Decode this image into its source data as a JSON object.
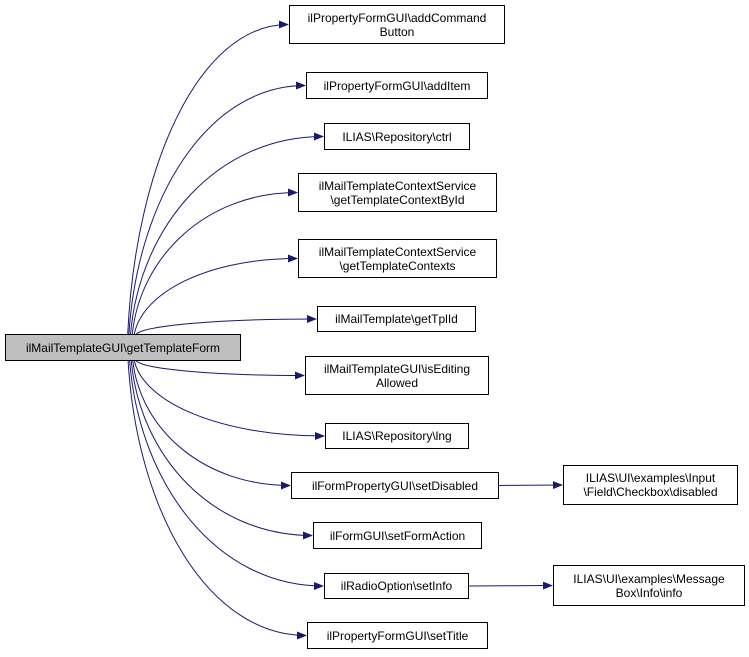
{
  "colors": {
    "edge": "#191970",
    "root_fill": "#bfbfbf",
    "node_fill": "#ffffff",
    "node_border": "#000000"
  },
  "root": {
    "lines": [
      "ilMailTemplateGUI\\getTemplateForm"
    ]
  },
  "nodes": [
    {
      "id": "n1",
      "lines": [
        "ilPropertyFormGUI\\addCommand",
        "Button"
      ]
    },
    {
      "id": "n2",
      "lines": [
        "ilPropertyFormGUI\\addItem"
      ]
    },
    {
      "id": "n3",
      "lines": [
        "ILIAS\\Repository\\ctrl"
      ]
    },
    {
      "id": "n4",
      "lines": [
        "ilMailTemplateContextService",
        "\\getTemplateContextById"
      ]
    },
    {
      "id": "n5",
      "lines": [
        "ilMailTemplateContextService",
        "\\getTemplateContexts"
      ]
    },
    {
      "id": "n6",
      "lines": [
        "ilMailTemplate\\getTplId"
      ]
    },
    {
      "id": "n7",
      "lines": [
        "ilMailTemplateGUI\\isEditing",
        "Allowed"
      ]
    },
    {
      "id": "n8",
      "lines": [
        "ILIAS\\Repository\\lng"
      ]
    },
    {
      "id": "n9",
      "lines": [
        "ilFormPropertyGUI\\setDisabled"
      ]
    },
    {
      "id": "n10",
      "lines": [
        "ilFormGUI\\setFormAction"
      ]
    },
    {
      "id": "n11",
      "lines": [
        "ilRadioOption\\setInfo"
      ]
    },
    {
      "id": "n12",
      "lines": [
        "ilPropertyFormGUI\\setTitle"
      ]
    },
    {
      "id": "n13",
      "lines": [
        "ILIAS\\UI\\examples\\Input",
        "\\Field\\Checkbox\\disabled"
      ]
    },
    {
      "id": "n14",
      "lines": [
        "ILIAS\\UI\\examples\\Message",
        "Box\\Info\\info"
      ]
    }
  ],
  "edges": [
    {
      "from": "root",
      "to": "n1"
    },
    {
      "from": "root",
      "to": "n2"
    },
    {
      "from": "root",
      "to": "n3"
    },
    {
      "from": "root",
      "to": "n4"
    },
    {
      "from": "root",
      "to": "n5"
    },
    {
      "from": "root",
      "to": "n6"
    },
    {
      "from": "root",
      "to": "n7"
    },
    {
      "from": "root",
      "to": "n8"
    },
    {
      "from": "root",
      "to": "n9"
    },
    {
      "from": "root",
      "to": "n10"
    },
    {
      "from": "root",
      "to": "n11"
    },
    {
      "from": "root",
      "to": "n12"
    },
    {
      "from": "n9",
      "to": "n13"
    },
    {
      "from": "n11",
      "to": "n14"
    }
  ]
}
